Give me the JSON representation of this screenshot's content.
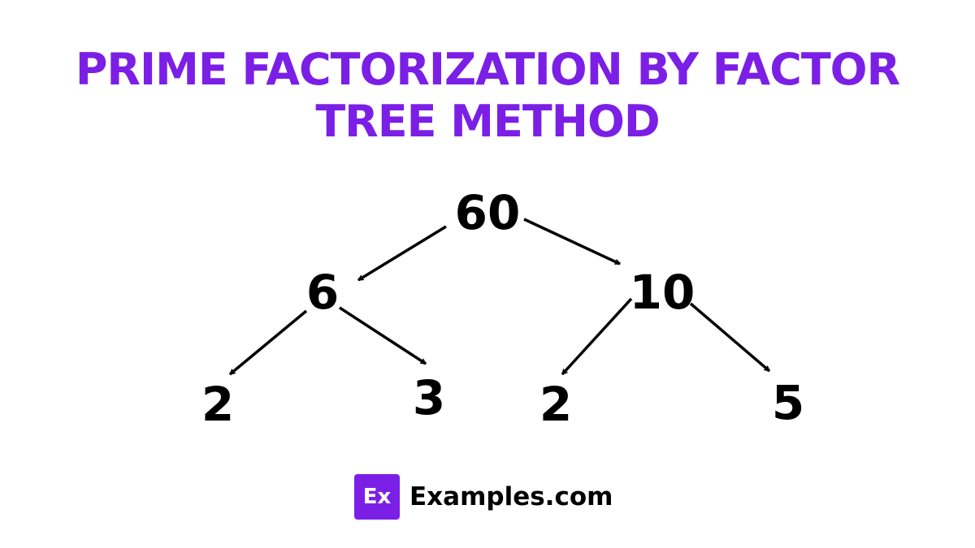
{
  "title": {
    "line1": "PRIME FACTORIZATION BY FACTOR",
    "line2": "TREE METHOD"
  },
  "tree": {
    "root": "60",
    "left": {
      "value": "6",
      "children": [
        "2",
        "3"
      ]
    },
    "right": {
      "value": "10",
      "children": [
        "2",
        "5"
      ]
    }
  },
  "brand": {
    "badge": "Ex",
    "name": "Examples.com"
  },
  "colors": {
    "accent": "#7b1fe6",
    "text": "#000000",
    "background": "#ffffff"
  },
  "icons": {
    "edge": "arrow-icon"
  }
}
